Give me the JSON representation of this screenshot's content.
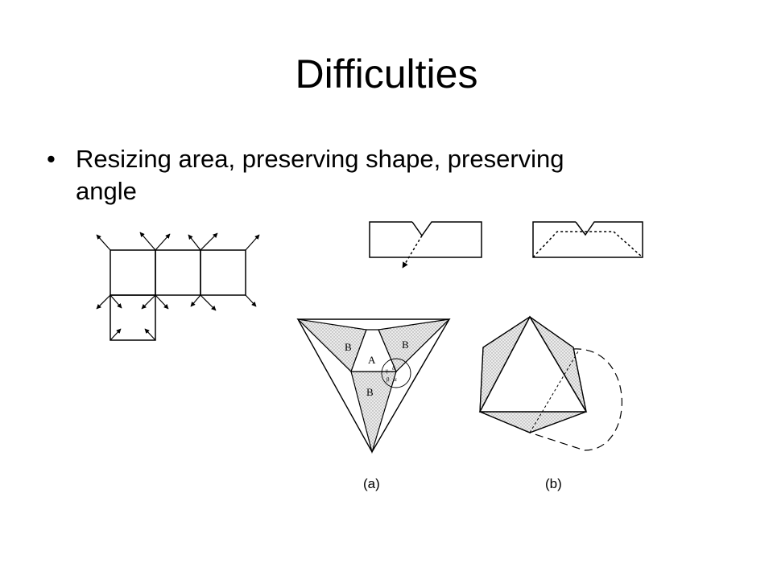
{
  "slide": {
    "title": "Difficulties",
    "bullets": [
      {
        "text": "Resizing area, preserving shape, preserving angle"
      }
    ]
  },
  "figures": {
    "triangle_labels": {
      "a": "A",
      "b": "B"
    },
    "angle_labels": {
      "alpha": "α",
      "beta": "β",
      "gamma": "γ",
      "delta": "δ"
    },
    "captions": {
      "a": "(a)",
      "b": "(b)"
    }
  },
  "colors": {
    "background": "#ffffff",
    "ink": "#000000",
    "hatch": "#d8d8d8"
  }
}
